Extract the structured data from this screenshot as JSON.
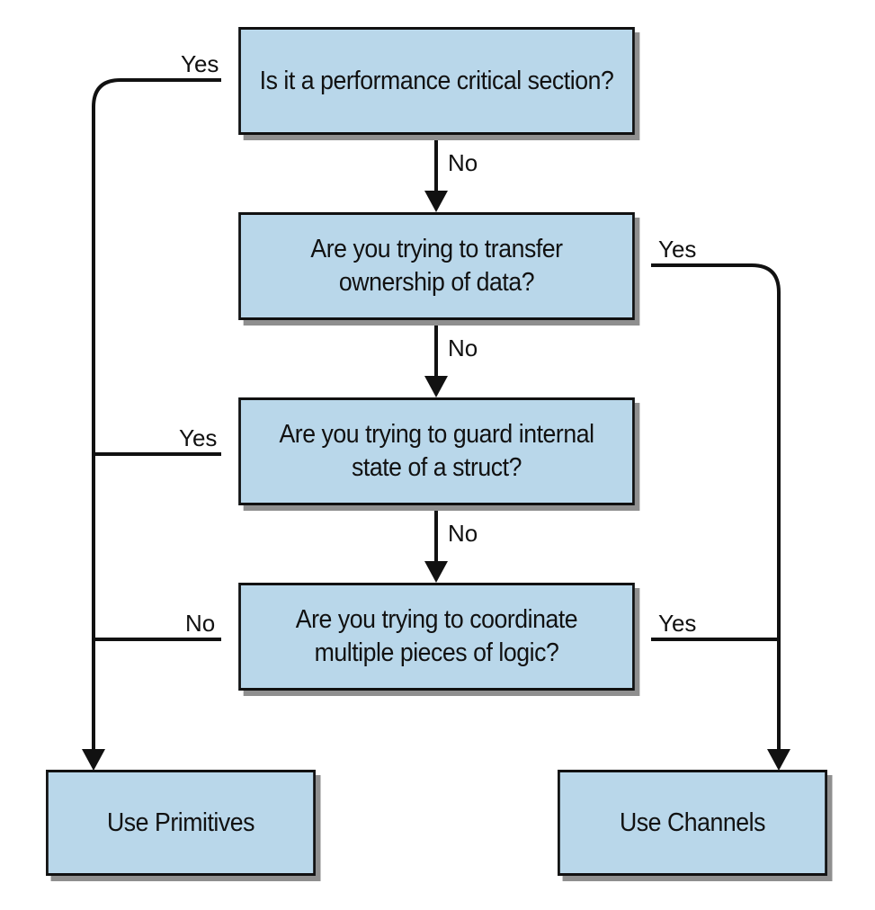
{
  "nodes": {
    "q1": {
      "lines": [
        "Is it a performance critical section?"
      ]
    },
    "q2": {
      "lines": [
        "Are you trying to transfer",
        "ownership of data?"
      ]
    },
    "q3": {
      "lines": [
        "Are you trying to guard internal",
        "state of a struct?"
      ]
    },
    "q4": {
      "lines": [
        "Are you trying to coordinate",
        "multiple pieces of logic?"
      ]
    },
    "primitives": {
      "lines": [
        "Use Primitives"
      ]
    },
    "channels": {
      "lines": [
        "Use Channels"
      ]
    }
  },
  "edges": {
    "q1_yes": "Yes",
    "q1_no": "No",
    "q2_yes": "Yes",
    "q2_no": "No",
    "q3_yes": "Yes",
    "q3_no": "No",
    "q4_no": "No",
    "q4_yes": "Yes"
  },
  "colors": {
    "box_fill": "#b9d7ea",
    "stroke": "#111111",
    "shadow": "#8f8f8f"
  }
}
